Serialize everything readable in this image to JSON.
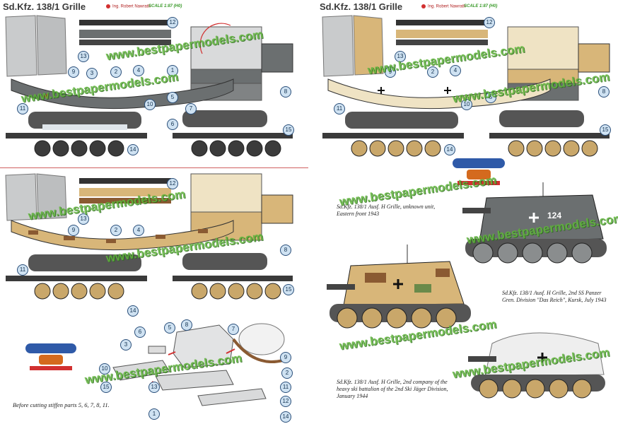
{
  "header": {
    "title": "Sd.Kfz. 138/1 Grille",
    "credit": "Ing. Robert Nawrath",
    "scale": "SCALE 1:87 (H0)"
  },
  "watermark": "www.bestpapermodels.com",
  "part_numbers": [
    "1",
    "2",
    "3",
    "4",
    "5",
    "6",
    "7",
    "8",
    "9",
    "10",
    "11",
    "12",
    "13",
    "14",
    "15"
  ],
  "hull_markings": {
    "number": "124"
  },
  "assembly_note": "Before cutting stiffen parts 5, 6, 7, 8, 11.",
  "captions": {
    "grey": "Sd.Kfz. 138/1 Ausf. H Grille, unknown unit, Eastern front 1943",
    "camo": "Sd.Kfz. 138/1 Ausf. H Grille, 2nd SS Panzer Gren. Division \"Das Reich\", Kursk, July 1943",
    "winter": "Sd.Kfz. 138/1 Ausf. H Grille, 2nd company of the heavy ski battalion of the 2nd Ski Jäger Division, January 1944"
  },
  "colors": {
    "grey": "#6b6f70",
    "light_grey": "#c8cacb",
    "sand": "#d8b679",
    "cream": "#efe3c4",
    "brown": "#8a5a32",
    "accent_red": "#d23030",
    "watermark_green": "#5fb53a"
  },
  "icons": [
    "logo-icon",
    "arrow-icon",
    "balkenkreuz-icon"
  ]
}
